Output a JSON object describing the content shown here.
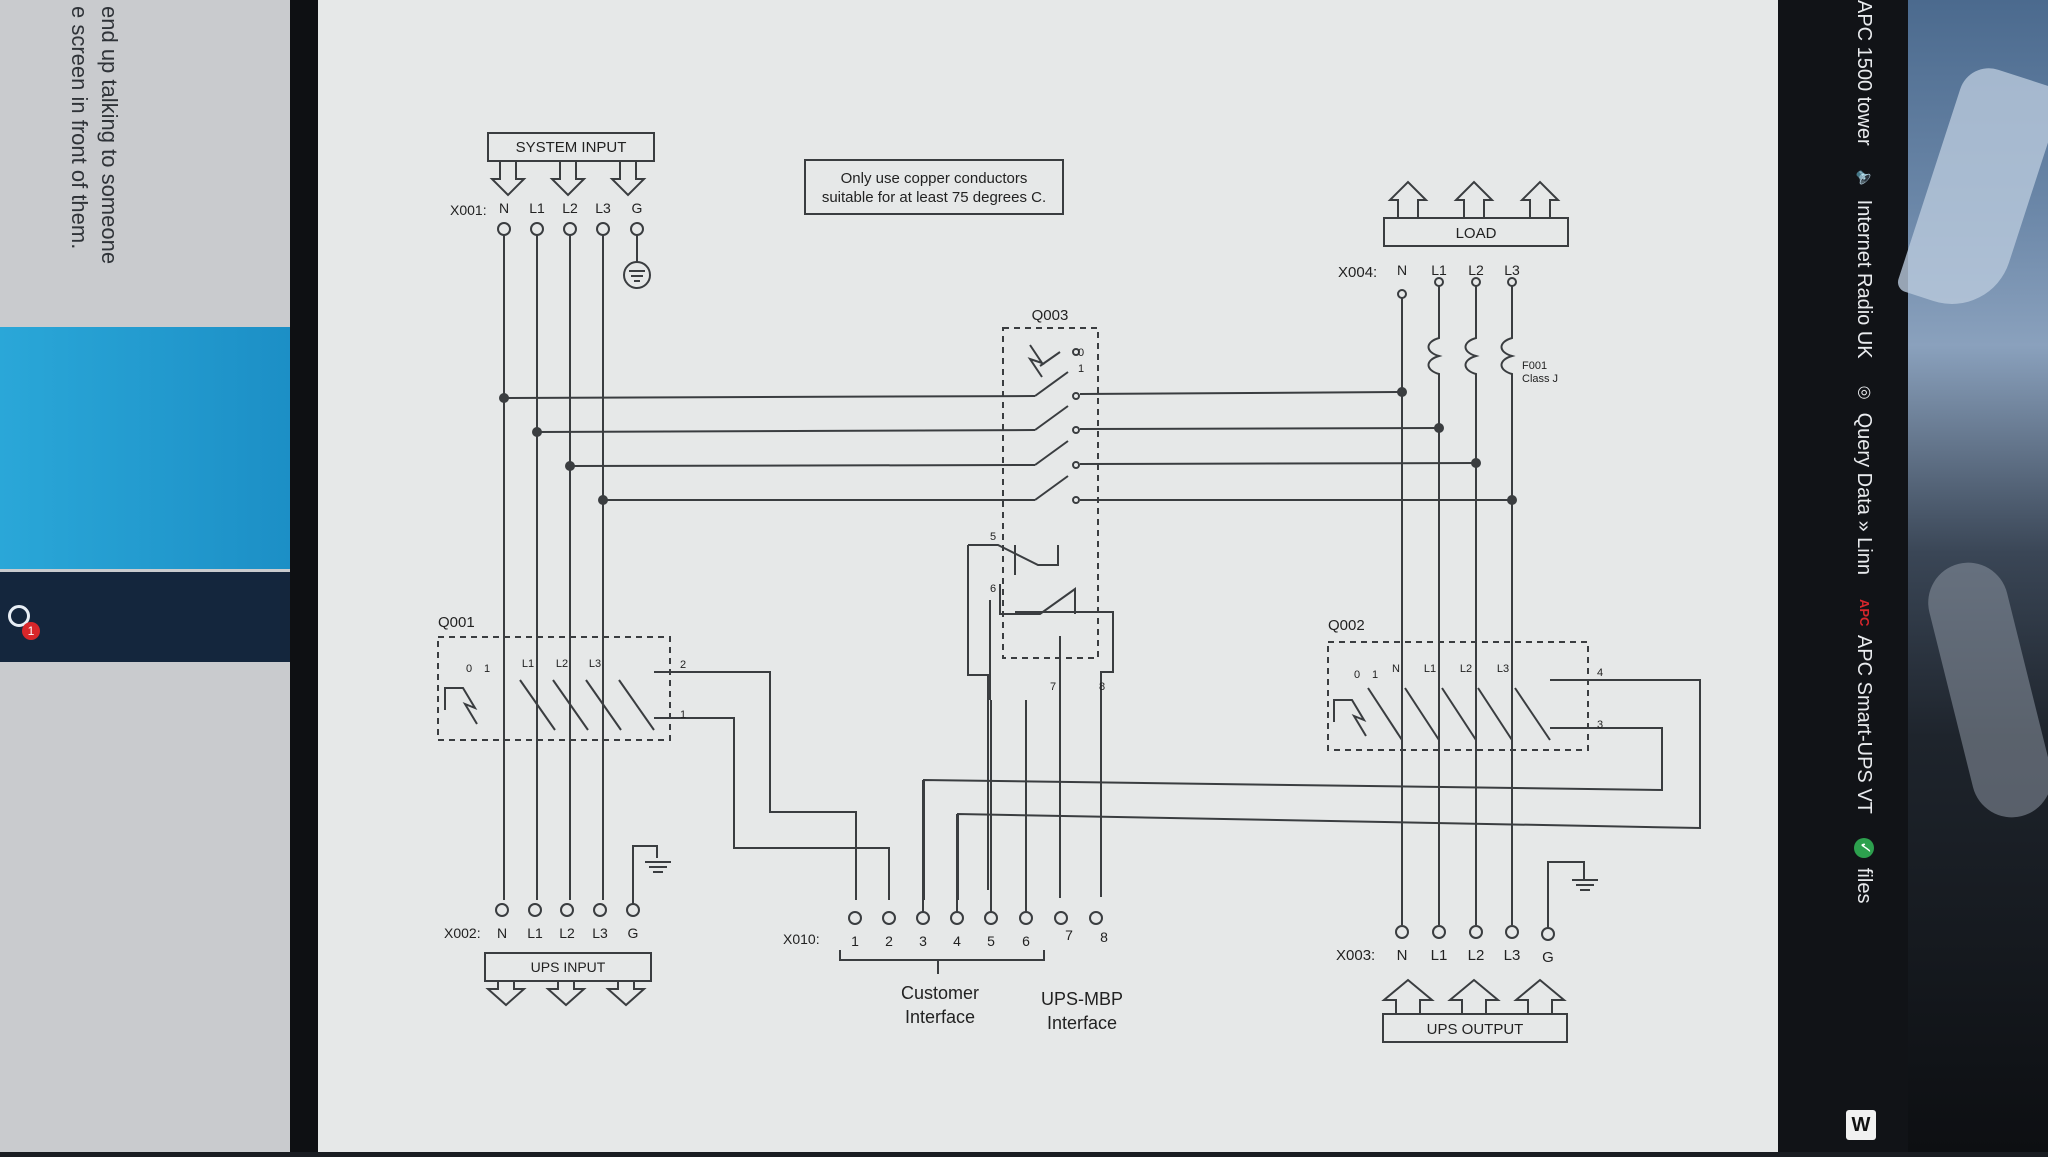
{
  "left_panel": {
    "lines": [
      "end up talking to someone",
      "e screen in front of them."
    ],
    "badge": "1"
  },
  "browser_tabs": [
    {
      "label": "APC 1500 tower",
      "icon": ""
    },
    {
      "label": "Internet Radio UK",
      "icon": "speaker-icon"
    },
    {
      "label": "Query Data » Linn",
      "icon": "query-icon"
    },
    {
      "label": "APC Smart-UPS VT",
      "icon": "apc-icon",
      "icon_text": "APC"
    },
    {
      "label": "files",
      "icon": "files-icon"
    }
  ],
  "bottom_icon": "W",
  "diagram": {
    "system_input": "SYSTEM INPUT",
    "note_line1": "Only use copper conductors",
    "note_line2": "suitable for at least 75 degrees C.",
    "x001": "X001:",
    "x001_terms": [
      "N",
      "L1",
      "L2",
      "L3",
      "G"
    ],
    "q003": "Q003",
    "load": "LOAD",
    "x004": "X004:",
    "x004_terms": [
      "N",
      "L1",
      "L2",
      "L3"
    ],
    "f001_line1": "F001",
    "f001_line2": "Class J",
    "q001": "Q001",
    "q001_pos": [
      "0",
      "1"
    ],
    "q001_poles": [
      "L1",
      "L2",
      "L3"
    ],
    "q001_aux": [
      "2",
      "1"
    ],
    "q002": "Q002",
    "q002_pos": [
      "0",
      "1"
    ],
    "q002_poles": [
      "N",
      "L1",
      "L2",
      "L3"
    ],
    "q002_aux": [
      "4",
      "3"
    ],
    "q003_aux": [
      "5",
      "6",
      "7",
      "8"
    ],
    "x002": "X002:",
    "x002_terms": [
      "N",
      "L1",
      "L2",
      "L3",
      "G"
    ],
    "ups_input": "UPS INPUT",
    "x010": "X010:",
    "x010_terms": [
      "1",
      "2",
      "3",
      "4",
      "5",
      "6",
      "7",
      "8"
    ],
    "customer_line1": "Customer",
    "customer_line2": "Interface",
    "upsmbp_line1": "UPS-MBP",
    "upsmbp_line2": "Interface",
    "x003": "X003:",
    "x003_terms": [
      "N",
      "L1",
      "L2",
      "L3",
      "G"
    ],
    "ups_output": "UPS OUTPUT"
  }
}
